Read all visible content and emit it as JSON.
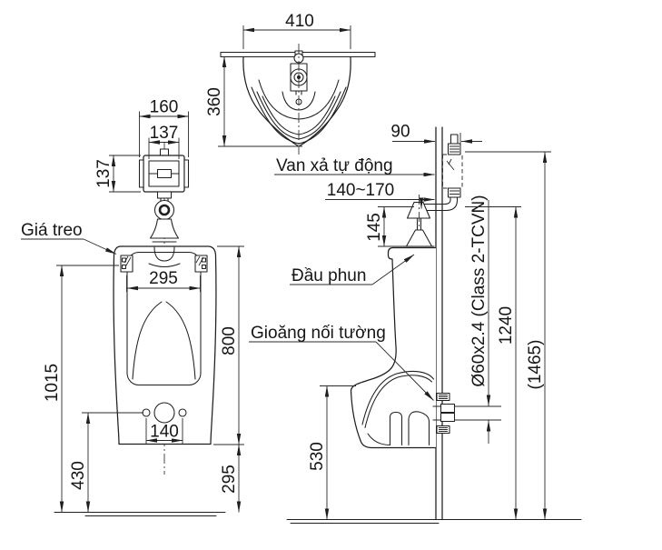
{
  "drawing": {
    "background": "#ffffff",
    "line_color": "#1f1f1f",
    "labels": {
      "hanger": "Giá treo",
      "flush_valve": "Van xả tự động",
      "spray_head": "Đầu phun",
      "wall_gasket": "Gioăng nối tường"
    },
    "dimensions": {
      "top_view": {
        "width": "410",
        "depth": "360"
      },
      "flush_valve": {
        "outer_width": "160",
        "inner_width": "137",
        "height": "137"
      },
      "front_view": {
        "inner_width": "295",
        "body_height": "800",
        "hanger_height": "1015",
        "drain_hole_spacing": "140",
        "drain_height": "430",
        "bottom_clearance": "295"
      },
      "side_view": {
        "wall_offset": "90",
        "inlet_range": "140~170",
        "spray_drop": "145",
        "drain_center_height": "530",
        "rim_height": "1240",
        "total_height": "(1465)",
        "outlet_pipe_spec": "Ø60x2.4 (Class 2-TCVN)"
      }
    }
  }
}
